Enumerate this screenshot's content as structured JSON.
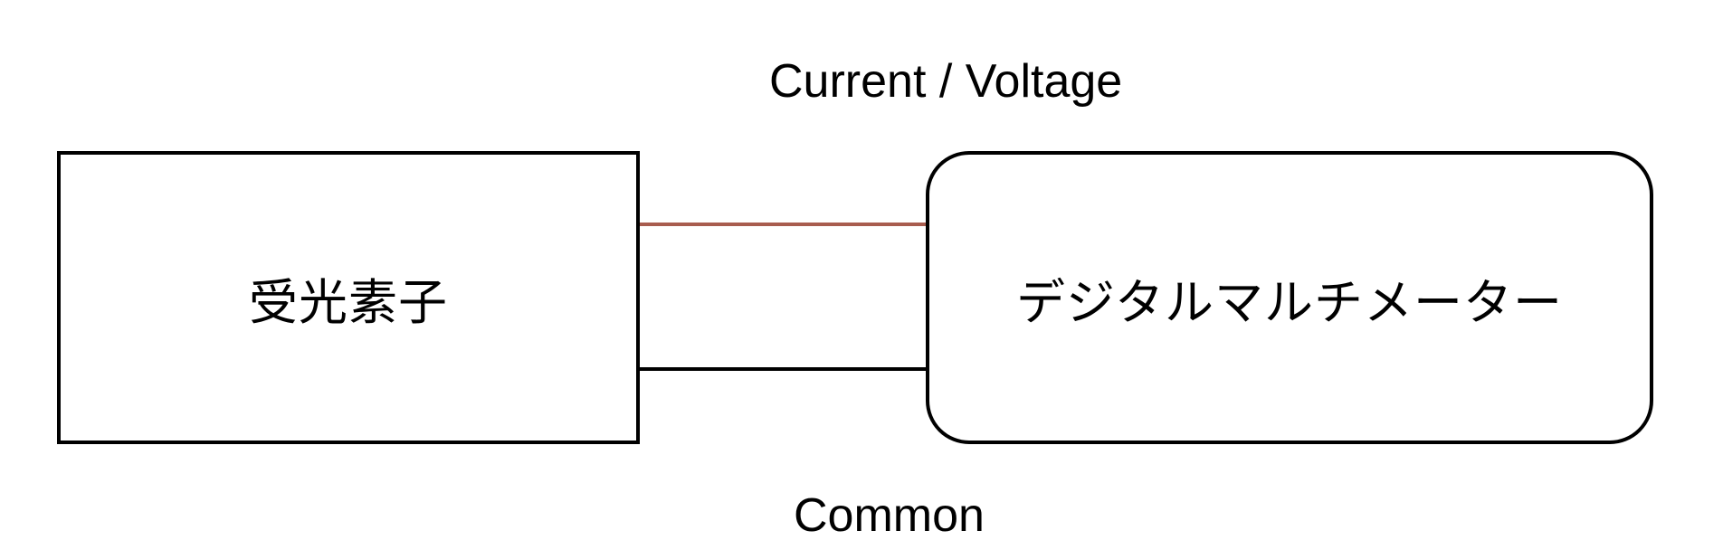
{
  "blocks": {
    "sensor": {
      "label": "受光素子"
    },
    "multimeter": {
      "label": "デジタルマルチメーター"
    }
  },
  "wires": {
    "signal": {
      "label": "Current / Voltage",
      "color": "#a85c4e"
    },
    "common": {
      "label": "Common",
      "color": "#000000"
    }
  }
}
